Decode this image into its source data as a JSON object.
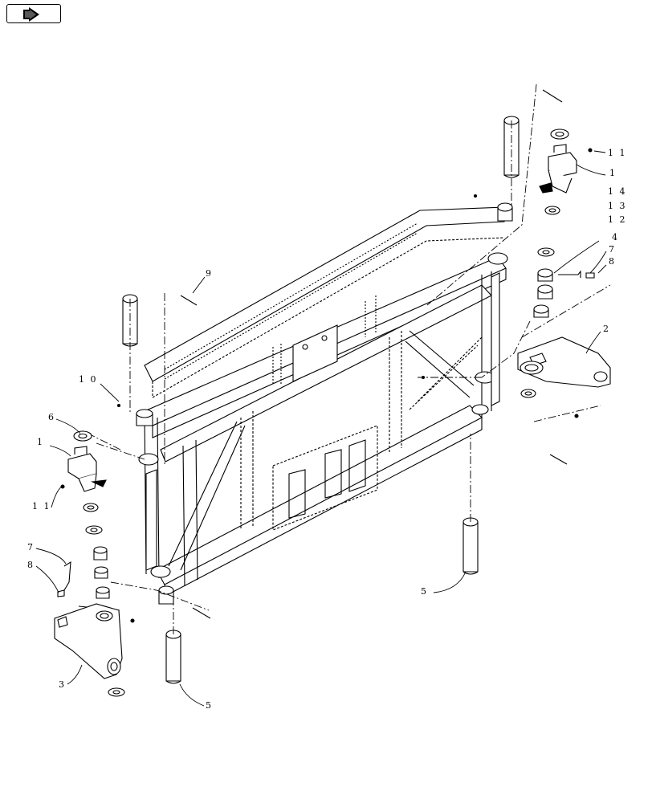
{
  "toolbar": {
    "nav_icon": "navigate-back-arrow-icon"
  },
  "diagram": {
    "type": "exploded-parts-view",
    "subject": "boom frame assembly",
    "callouts": [
      {
        "id": "c11-top",
        "label": "1 1"
      },
      {
        "id": "c1-top",
        "label": "1"
      },
      {
        "id": "c14",
        "label": "1 4"
      },
      {
        "id": "c13",
        "label": "1 3"
      },
      {
        "id": "c12",
        "label": "1 2"
      },
      {
        "id": "c4",
        "label": "4"
      },
      {
        "id": "c7-right",
        "label": "7"
      },
      {
        "id": "c8-right",
        "label": "8"
      },
      {
        "id": "c2",
        "label": "2"
      },
      {
        "id": "c9",
        "label": "9"
      },
      {
        "id": "c10",
        "label": "1 0"
      },
      {
        "id": "c6",
        "label": "6"
      },
      {
        "id": "c1-left",
        "label": "1"
      },
      {
        "id": "c11-left",
        "label": "1 1"
      },
      {
        "id": "c7-left",
        "label": "7"
      },
      {
        "id": "c8-left",
        "label": "8"
      },
      {
        "id": "c3",
        "label": "3"
      },
      {
        "id": "c5-right",
        "label": "5"
      },
      {
        "id": "c5-bottom",
        "label": "5"
      }
    ]
  }
}
